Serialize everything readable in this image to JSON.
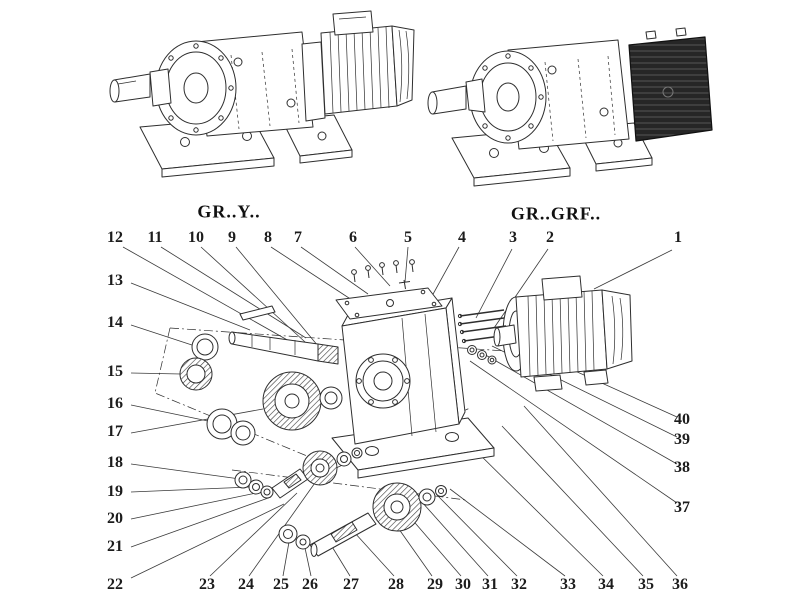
{
  "diagram": {
    "variant_labels": {
      "left": "GR..Y..",
      "right": "GR..GRF.."
    },
    "callouts": {
      "top": [
        "12",
        "11",
        "10",
        "9",
        "8",
        "7",
        "6",
        "5",
        "4",
        "3",
        "2",
        "1"
      ],
      "left": [
        "13",
        "14",
        "15",
        "16",
        "17",
        "18",
        "19",
        "20",
        "21",
        "22"
      ],
      "bottom": [
        "23",
        "24",
        "25",
        "26",
        "27",
        "28",
        "29",
        "30",
        "31",
        "32",
        "33",
        "34",
        "35",
        "36"
      ],
      "right": [
        "40",
        "39",
        "38",
        "37"
      ]
    },
    "colors": {
      "line": "#2e2e2e",
      "background": "#ffffff"
    }
  }
}
